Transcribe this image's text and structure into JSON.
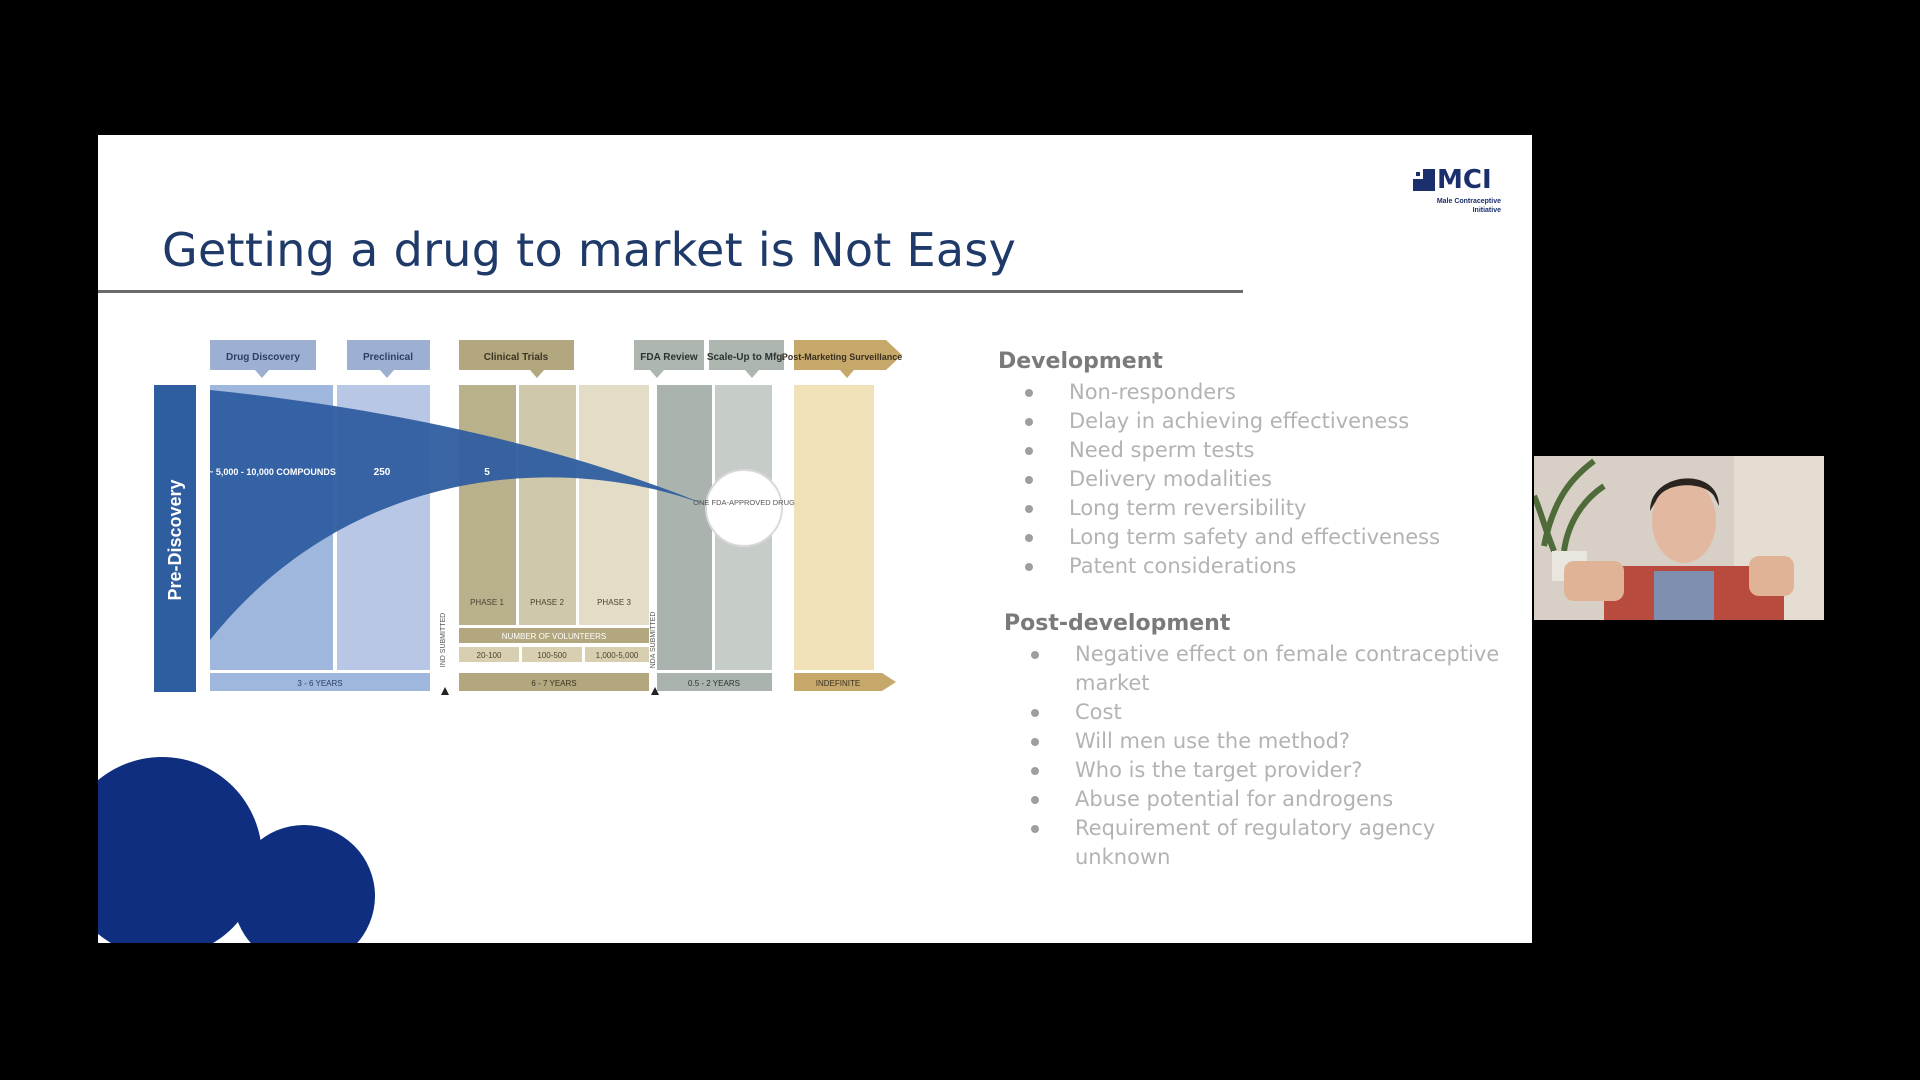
{
  "slide": {
    "title": "Getting a drug to market is Not Easy",
    "logo": {
      "name": "MCI",
      "subtitle": "Male Contraceptive Initiative"
    }
  },
  "diagram": {
    "stages": [
      "Drug Discovery",
      "Preclinical",
      "Clinical Trials",
      "FDA Review",
      "Scale-Up to Mfg.",
      "Post-Marketing Surveillance"
    ],
    "side_label": "Pre-Discovery",
    "compounds": "~ 5,000 - 10,000 COMPOUNDS",
    "preclinical_count": "250",
    "clinical_count": "5",
    "approved": "ONE FDA-APPROVED DRUG",
    "phases": [
      "PHASE 1",
      "PHASE 2",
      "PHASE 3"
    ],
    "volunteers_label": "NUMBER OF VOLUNTEERS",
    "volunteers": [
      "20-100",
      "100-500",
      "1,000-5,000"
    ],
    "durations": [
      "3 - 6 YEARS",
      "6 - 7 YEARS",
      "0.5 - 2 YEARS",
      "INDEFINITE"
    ],
    "ind": "IND SUBMITTED",
    "nda": "NDA SUBMITTED"
  },
  "development": {
    "heading": "Development",
    "items": [
      "Non-responders",
      "Delay in achieving effectiveness",
      "Need sperm tests",
      "Delivery modalities",
      "Long term reversibility",
      "Long term safety and effectiveness",
      "Patent considerations"
    ]
  },
  "post_development": {
    "heading": "Post-development",
    "items": [
      "Negative effect on female contraceptive market",
      "Cost",
      "Will men use the method?",
      "Who is the target provider?",
      "Abuse potential for androgens",
      "Requirement of regulatory agency unknown"
    ]
  },
  "colors": {
    "title": "#1f3a68",
    "accent_blue": "#0f2e80",
    "body_text": "#b3b3b3"
  }
}
